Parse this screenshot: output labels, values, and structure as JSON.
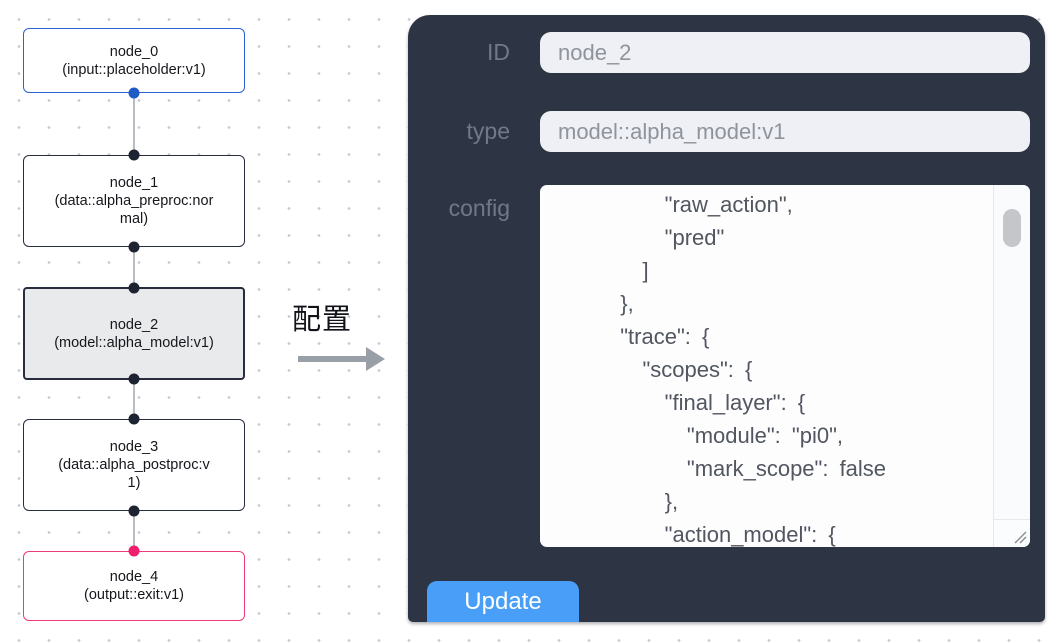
{
  "flow": {
    "nodes": [
      {
        "id": "node_0",
        "type": "(input::placeholder:v1)",
        "role": "input",
        "accent": "#2d63cf"
      },
      {
        "id": "node_1",
        "type": "(data::alpha_preproc:normal)",
        "role": "process",
        "accent": "#272d3f"
      },
      {
        "id": "node_2",
        "type": "(model::alpha_model:v1)",
        "role": "model-selected",
        "accent": "#272d3f"
      },
      {
        "id": "node_3",
        "type": "(data::alpha_postproc:v1)",
        "role": "process",
        "accent": "#272d3f"
      },
      {
        "id": "node_4",
        "type": "(output::exit:v1)",
        "role": "output",
        "accent": "#ee3a7c"
      }
    ],
    "transition_label": "配置"
  },
  "panel": {
    "fields": {
      "id": {
        "label": "ID",
        "value": "node_2"
      },
      "type": {
        "label": "type",
        "value": "model::alpha_model:v1"
      },
      "config": {
        "label": "config",
        "value": "      \"raw_action\",\n      \"pred\"\n    ]\n  },\n  \"trace\": {\n    \"scopes\": {\n      \"final_layer\": {\n        \"module\": \"pi0\",\n        \"mark_scope\": false\n      },\n      \"action_model\": {"
      }
    },
    "update_label": "Update"
  },
  "colors": {
    "panel_background": "#2d3544",
    "input_background": "#eef0f5",
    "accent_blue_button": "#499ff7",
    "node_input_border": "#2d63cf",
    "node_output_border": "#ee3a7c",
    "node_default_border": "#272d3f",
    "node_selected_background": "#e9eaec",
    "edge_gray": "#b9bdc3"
  }
}
